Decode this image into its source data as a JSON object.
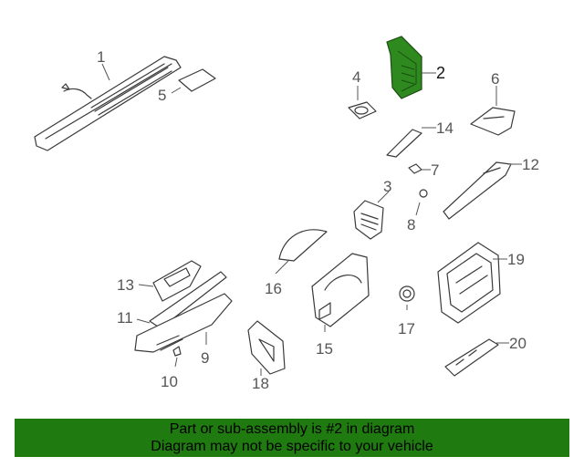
{
  "diagram": {
    "highlight_color": "#2e8a1e",
    "callouts": [
      "1",
      "2",
      "3",
      "4",
      "5",
      "6",
      "7",
      "8",
      "9",
      "10",
      "11",
      "12",
      "13",
      "14",
      "15",
      "16",
      "17",
      "18",
      "19",
      "20"
    ]
  },
  "banner": {
    "line1": "Part or sub-assembly is #2 in diagram",
    "line2": "Diagram may not be specific to your vehicle",
    "background": "#1f7a10"
  }
}
